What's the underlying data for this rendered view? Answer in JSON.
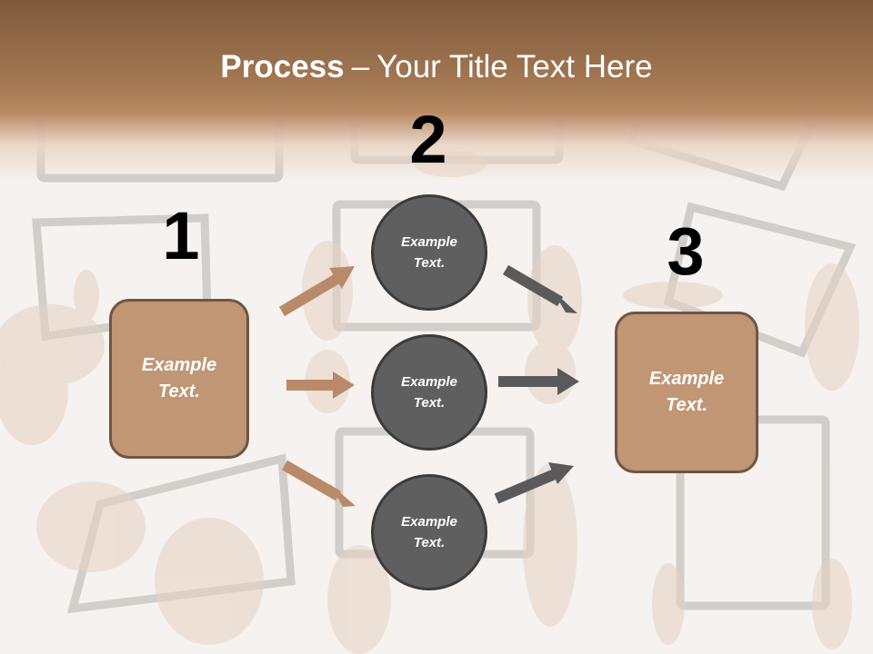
{
  "title": {
    "strong": "Process",
    "separator": "–",
    "rest": "Your Title Text Here"
  },
  "steps": [
    {
      "number": "1",
      "text_line1": "Example",
      "text_line2": "Text."
    },
    {
      "number": "2"
    },
    {
      "number": "3",
      "text_line1": "Example",
      "text_line2": "Text."
    }
  ],
  "circles": [
    {
      "text_line1": "Example",
      "text_line2": "Text."
    },
    {
      "text_line1": "Example",
      "text_line2": "Text."
    },
    {
      "text_line1": "Example",
      "text_line2": "Text."
    }
  ],
  "colors": {
    "header_brown": "#a37752",
    "box_fill": "#c09674",
    "box_border": "#6f5544",
    "circle_fill": "#5f5f5f",
    "arrow_brown": "#b88a6a",
    "arrow_gray": "#5a5a5a"
  }
}
